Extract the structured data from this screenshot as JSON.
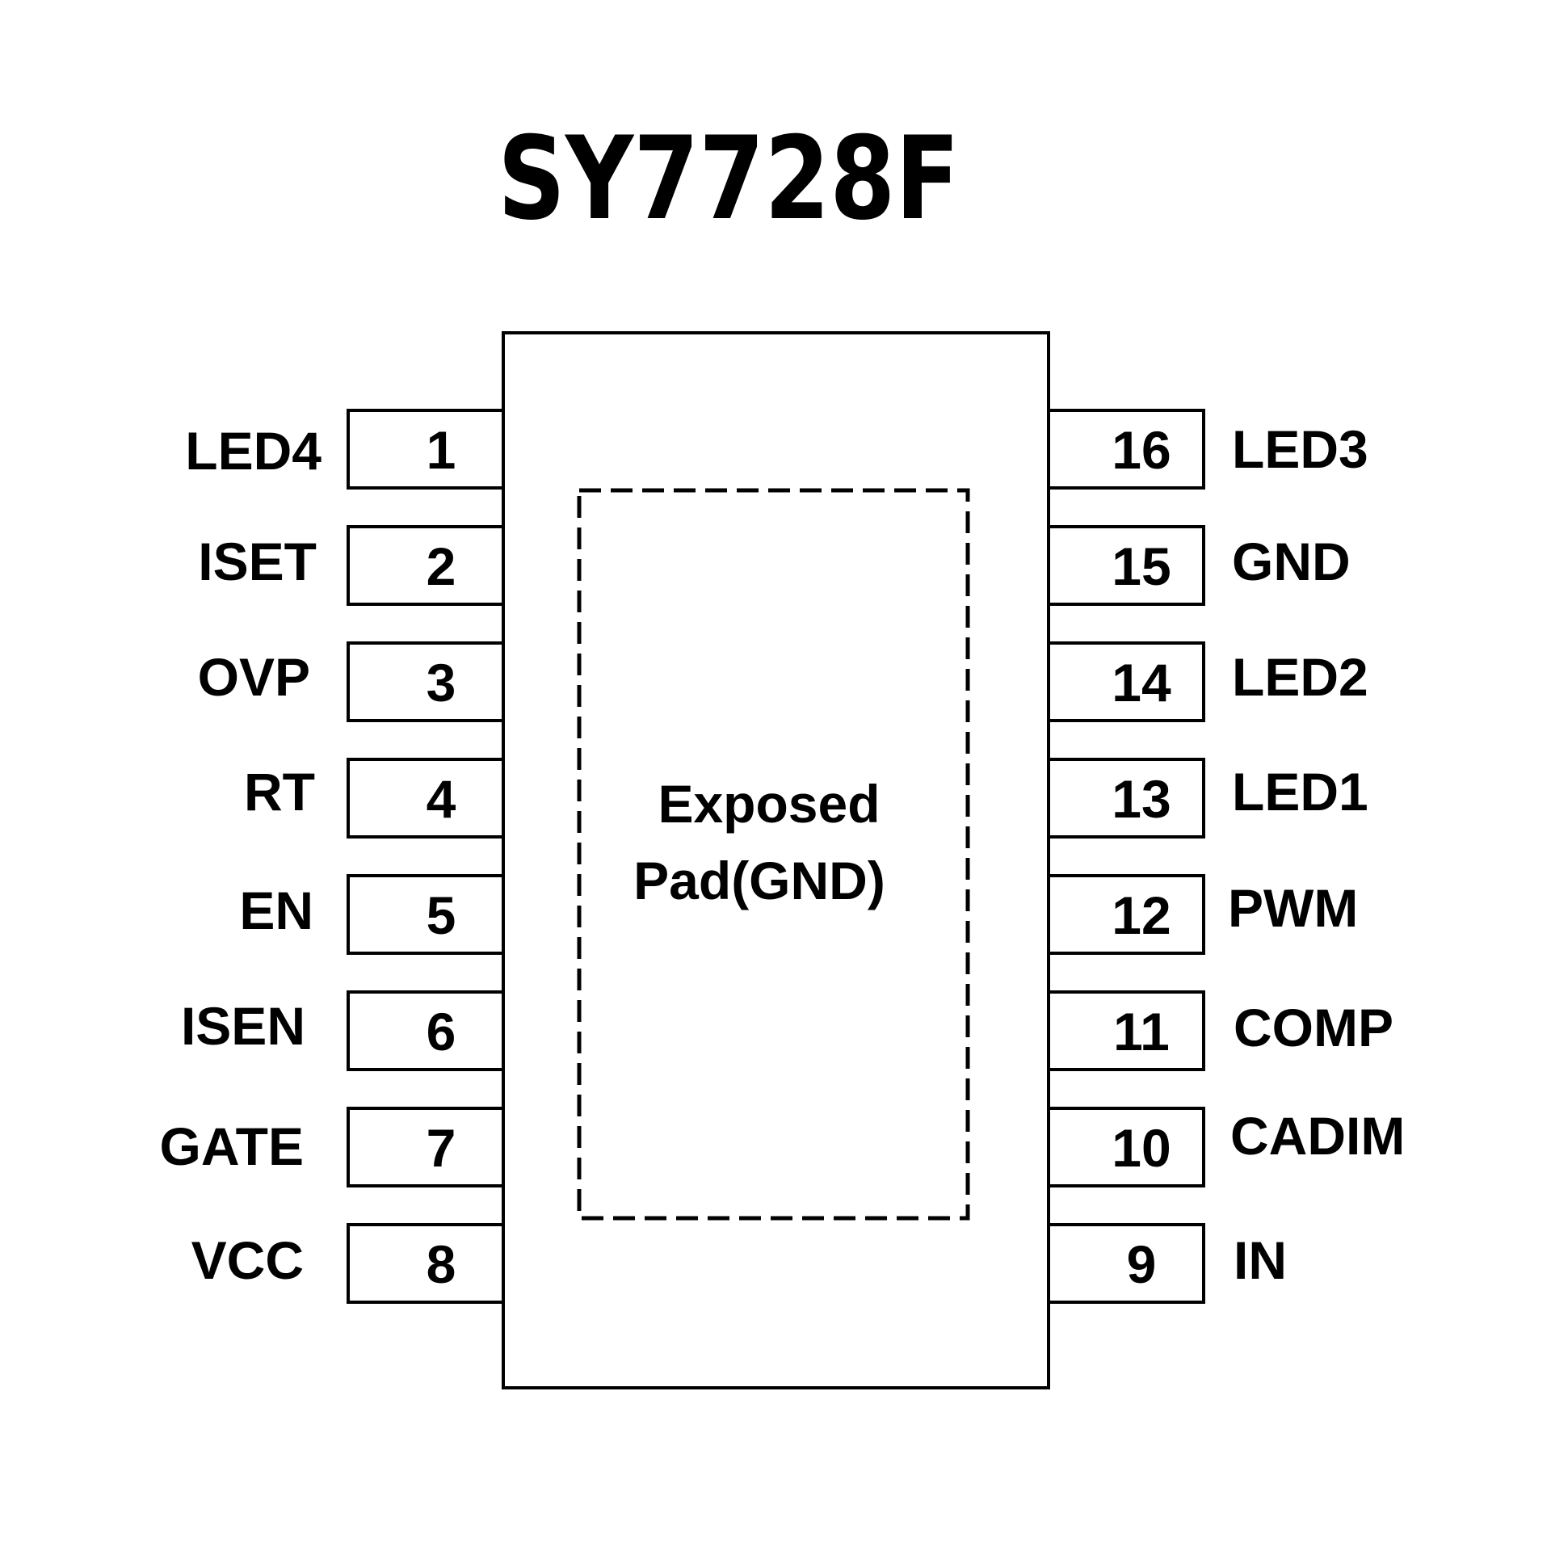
{
  "title": "SY7728F",
  "package": {
    "pin_count": 16,
    "exposed_pad": {
      "line1": "Exposed",
      "line2": "Pad(GND)"
    }
  },
  "pins_left": [
    {
      "number": "1",
      "name": "LED4"
    },
    {
      "number": "2",
      "name": "ISET"
    },
    {
      "number": "3",
      "name": "OVP"
    },
    {
      "number": "4",
      "name": "RT"
    },
    {
      "number": "5",
      "name": "EN"
    },
    {
      "number": "6",
      "name": "ISEN"
    },
    {
      "number": "7",
      "name": "GATE"
    },
    {
      "number": "8",
      "name": "VCC"
    }
  ],
  "pins_right": [
    {
      "number": "16",
      "name": "LED3"
    },
    {
      "number": "15",
      "name": "GND"
    },
    {
      "number": "14",
      "name": "LED2"
    },
    {
      "number": "13",
      "name": "LED1"
    },
    {
      "number": "12",
      "name": "PWM"
    },
    {
      "number": "11",
      "name": "COMP"
    },
    {
      "number": "10",
      "name": "CADIM"
    },
    {
      "number": "9",
      "name": "IN"
    }
  ]
}
